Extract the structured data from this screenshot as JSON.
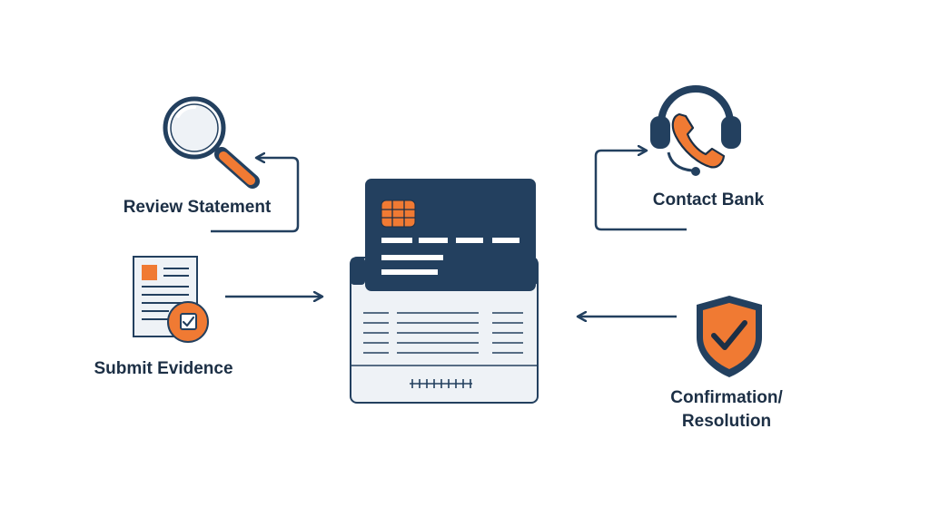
{
  "colors": {
    "navy": "#23405f",
    "dark_navy": "#1c2f45",
    "orange": "#f07a33",
    "light_fill": "#eef2f6",
    "white": "#ffffff"
  },
  "steps": [
    {
      "label": "Review Statement",
      "icon": "magnifying-glass-icon"
    },
    {
      "label": "Submit Evidence",
      "icon": "document-checkmark-icon"
    },
    {
      "label": "Contact Bank",
      "icon": "headset-phone-icon"
    },
    {
      "label": "Confirmation/\nResolution",
      "icon": "shield-check-icon"
    }
  ],
  "center": {
    "icon": "credit-card-statement-icon"
  }
}
